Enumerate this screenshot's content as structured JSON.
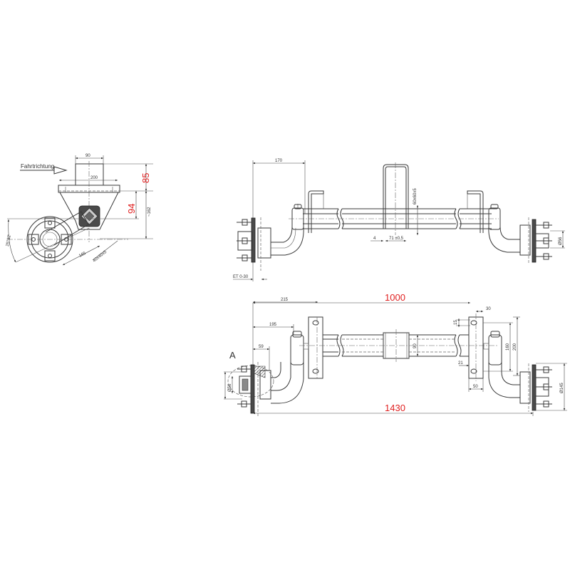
{
  "drawing": {
    "title": "Trailer axle technical drawing",
    "side_view": {
      "direction_label": "Fahrtrichtung",
      "dims": {
        "top_width": "90",
        "bracket_width": "200",
        "height_upper": "85",
        "height_mid": "94",
        "height_total": "~162",
        "angle": "25°32'",
        "arm_length": "165",
        "square_size": "40x40x5"
      }
    },
    "top_view": {
      "dims": {
        "offset_170": "170",
        "clamp_4": "4",
        "clamp_71": "71 ±0,5",
        "tube_size": "60x60x5",
        "et": "ET 0-30",
        "hub_dia_right": "Ø56"
      }
    },
    "front_view": {
      "detail_label": "A",
      "dims": {
        "overall_1000": "1000",
        "overall_1430": "1430",
        "d215": "215",
        "d195": "195",
        "d59": "59",
        "hub_dia_left": "Ø56",
        "d30": "30",
        "d15": "15",
        "d90": "90",
        "d160": "160",
        "d200": "200",
        "d21": "21",
        "d50": "50",
        "flange_dia": "Ø145"
      }
    },
    "colors": {
      "line": "#3a3a3a",
      "highlight_dim": "#e02020",
      "background": "#ffffff"
    }
  }
}
